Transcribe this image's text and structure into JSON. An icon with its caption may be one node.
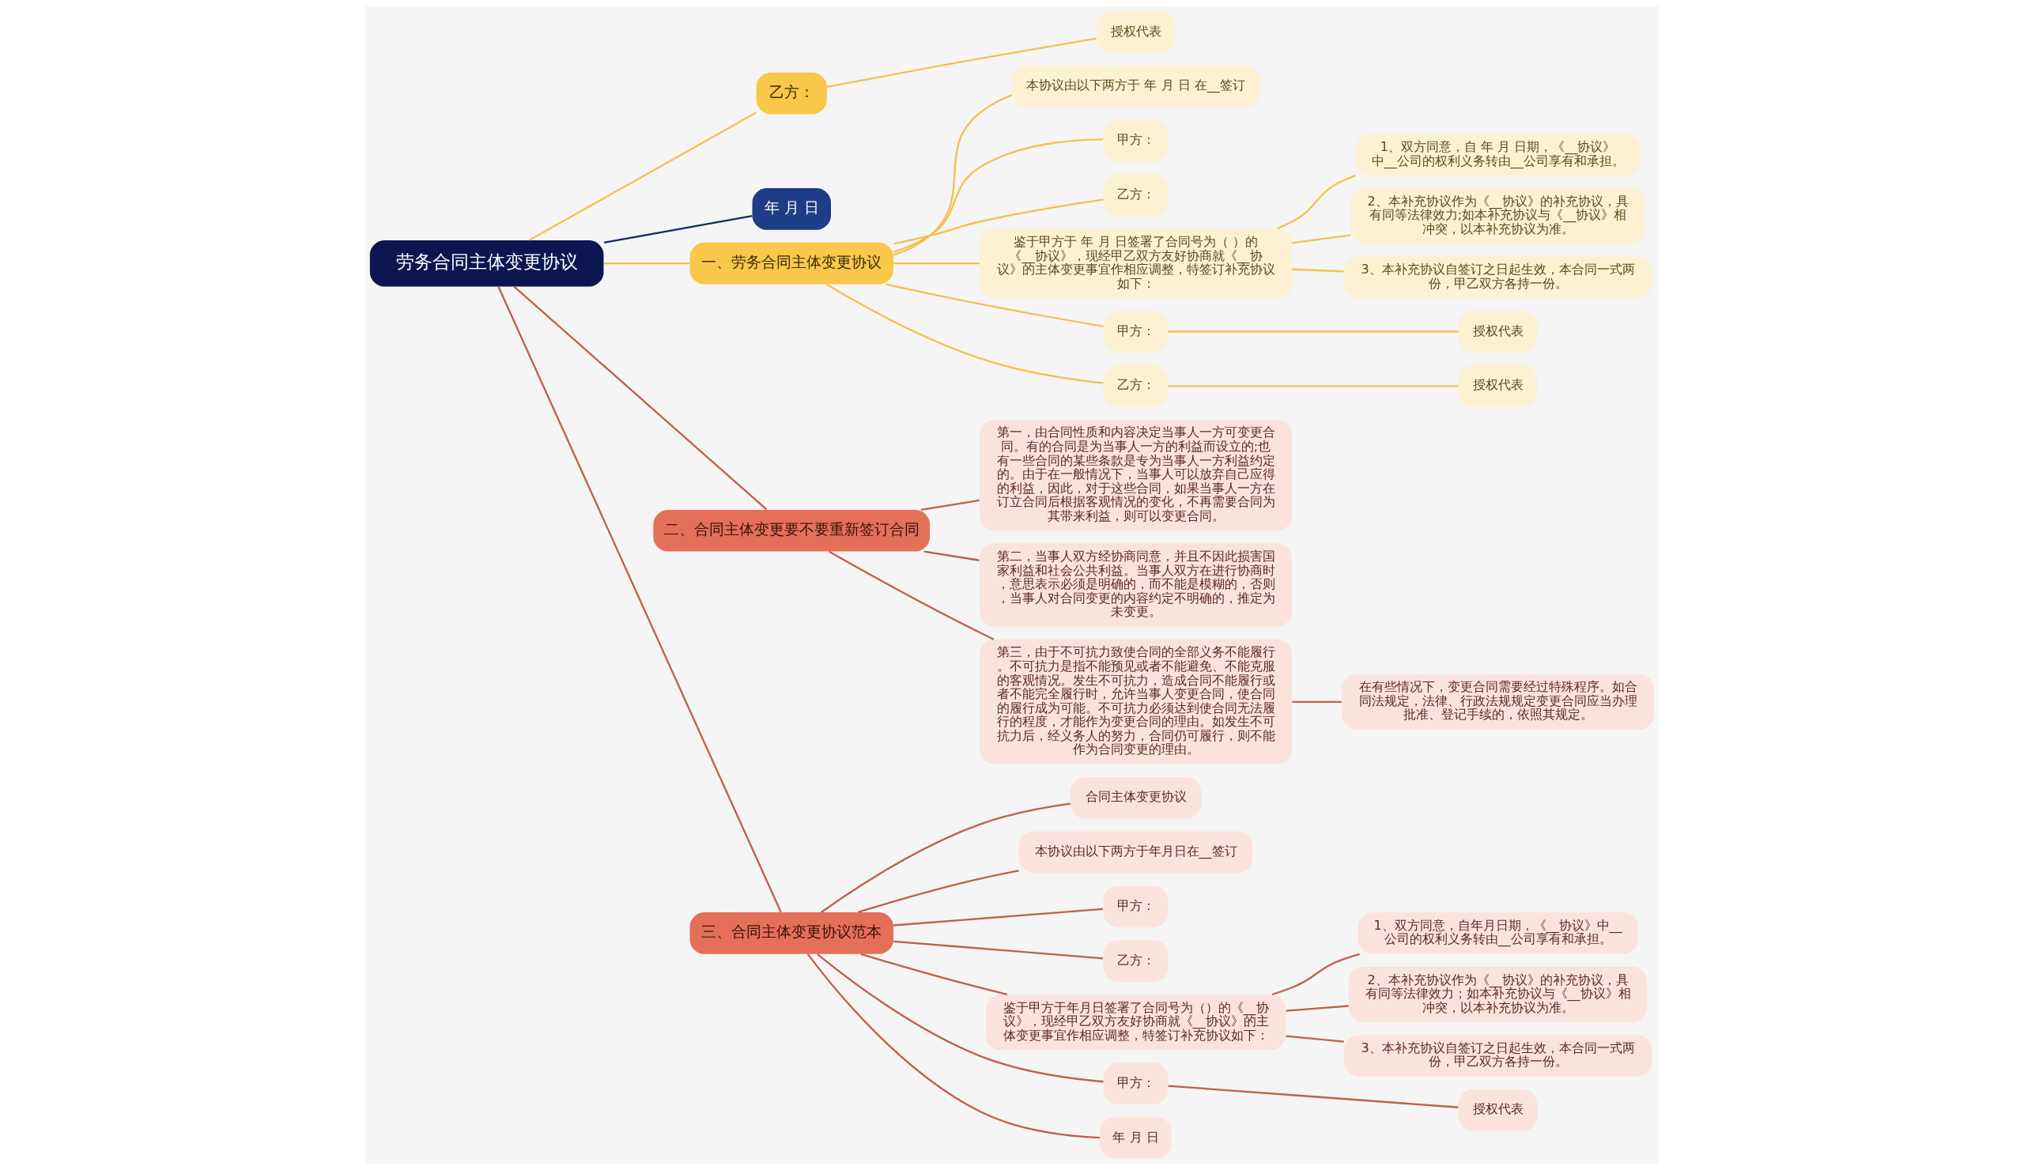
{
  "diagram": {
    "nodes": [
      {
        "text": [
          "劳务合同主体变更协议"
        ]
      },
      {
        "text": [
          "乙方："
        ]
      },
      {
        "text": [
          "授权代表"
        ]
      },
      {
        "text": [
          "年 月 日"
        ]
      },
      {
        "text": [
          "一、劳务合同主体变更协议"
        ]
      },
      {
        "text": [
          "本协议由以下两方于 年 月 日 在__签订"
        ]
      },
      {
        "text": [
          "甲方："
        ]
      },
      {
        "text": [
          "乙方："
        ]
      },
      {
        "text": [
          "鉴于甲方于 年 月 日签署了合同号为（ ）的《__协议》，现经甲乙双方友好协商就《__协议》的主体变更事宜作相应调整，特签订补充协议如下："
        ]
      },
      {
        "text": [
          "1、双方同意，自 年 月 日期，《__协议》中__公司的权利义务转由__公司享有和承担。"
        ]
      },
      {
        "text": [
          "2、本补充协议作为《__协议》的补充协议，具有同等法律效力;如本补充协议与《__协议》相冲突，以本补充协议为准。"
        ]
      },
      {
        "text": [
          "3、本补充协议自签订之日起生效，本合同一式两份，甲乙双方各持一份。"
        ]
      },
      {
        "text": [
          "甲方："
        ]
      },
      {
        "text": [
          "授权代表"
        ]
      },
      {
        "text": [
          "乙方："
        ]
      },
      {
        "text": [
          "授权代表"
        ]
      },
      {
        "text": [
          "二、合同主体变更要不要重新签订合同"
        ]
      },
      {
        "text": [
          "第一，由合同性质和内容决定当事人一方可变更合同。有的合同是为当事人一方的利益而设立的;也有一些合同的某些条款是专为当事人一方利益约定的。由于在一般情况下，当事人可以放弃自己应得的利益，因此，对于这些合同，如果当事人一方在订立合同后根据客观情况的变化，不再需要合同为其带来利益，则可以变更合同。"
        ]
      },
      {
        "text": [
          "第二，当事人双方经协商同意，并且不因此损害国家利益和社会公共利益。当事人双方在进行协商时，意思表示必须是明确的，而不能是模糊的，否则，当事人对合同变更的内容约定不明确的，推定为未变更。"
        ]
      },
      {
        "text": [
          "第三，由于不可抗力致使合同的全部义务不能履行。不可抗力是指不能预见或者不能避免、不能克服的客观情况。发生不可抗力，造成合同不能履行或者不能完全履行时，允许当事人变更合同，使合同的履行成为可能。不可抗力必须达到使合同无法履行的程度，才能作为变更合同的理由。如发生不可抗力后，经义务人的努力，合同仍可履行，则不能作为合同变更的理由。"
        ]
      },
      {
        "text": [
          "在有些情况下，变更合同需要经过特殊程序。如合同法规定，法律、行政法规规定变更合同应当办理批准、登记手续的，依照其规定。"
        ]
      },
      {
        "text": [
          "三、合同主体变更协议范本"
        ]
      },
      {
        "text": [
          "合同主体变更协议"
        ]
      },
      {
        "text": [
          "本协议由以下两方于年月日在__签订"
        ]
      },
      {
        "text": [
          "甲方："
        ]
      },
      {
        "text": [
          "乙方："
        ]
      },
      {
        "text": [
          "鉴于甲方于年月日签署了合同号为（）的《__协议》，现经甲乙双方友好协商就《__协议》的主体变更事宜作相应调整，特签订补充协议如下："
        ]
      },
      {
        "text": [
          "1、双方同意，自年月日期，《__协议》中__公司的权利义务转由__公司享有和承担。"
        ]
      },
      {
        "text": [
          "2、本补充协议作为《__协议》的补充协议，具有同等法律效力；如本补充协议与《__协议》相冲突，以本补充协议为准。"
        ]
      },
      {
        "text": [
          "3、本补充协议自签订之日起生效，本合同一式两份，甲乙双方各持一份。"
        ]
      },
      {
        "text": [
          "甲方："
        ]
      },
      {
        "text": [
          "授权代表"
        ]
      },
      {
        "text": [
          "年 月 日"
        ]
      }
    ],
    "edges": [
      {
        "from": 0,
        "to": 4,
        "arrow": "none",
        "color": "#f2c14e"
      },
      {
        "from": 4,
        "to": 5,
        "arrow": "none",
        "color": "#f2c14e"
      },
      {
        "from": 4,
        "to": 6,
        "arrow": "none",
        "color": "#f2c14e"
      },
      {
        "from": 4,
        "to": 7,
        "arrow": "none",
        "color": "#f2c14e"
      },
      {
        "from": 4,
        "to": 8,
        "arrow": "none",
        "color": "#f2c14e"
      },
      {
        "from": 8,
        "to": 9,
        "arrow": "none",
        "color": "#f2c14e"
      },
      {
        "from": 8,
        "to": 10,
        "arrow": "none",
        "color": "#f2c14e"
      },
      {
        "from": 8,
        "to": 11,
        "arrow": "none",
        "color": "#f2c14e"
      },
      {
        "from": 4,
        "to": 12,
        "arrow": "none",
        "color": "#f2c14e"
      },
      {
        "from": 12,
        "to": 13,
        "arrow": "none",
        "color": "#f2c14e"
      },
      {
        "from": 4,
        "to": 14,
        "arrow": "none",
        "color": "#f2c14e"
      },
      {
        "from": 14,
        "to": 15,
        "arrow": "none",
        "color": "#f2c14e"
      },
      {
        "from": 0,
        "to": 16,
        "arrow": "none"
      },
      {
        "from": 16,
        "to": 17,
        "arrow": "none"
      },
      {
        "from": 16,
        "to": 18,
        "arrow": "none"
      },
      {
        "from": 16,
        "to": 19,
        "arrow": "none"
      },
      {
        "from": 19,
        "to": 20,
        "arrow": "none"
      },
      {
        "from": 0,
        "to": 1,
        "arrow": "none",
        "color": "#f2c14e"
      },
      {
        "from": 1,
        "to": 2,
        "arrow": "none",
        "color": "#f2c14e"
      },
      {
        "from": 0,
        "to": 21,
        "arrow": "none"
      },
      {
        "from": 21,
        "to": 22,
        "arrow": "none"
      },
      {
        "from": 21,
        "to": 23,
        "arrow": "none"
      },
      {
        "from": 21,
        "to": 24,
        "arrow": "none"
      },
      {
        "from": 21,
        "to": 25,
        "arrow": "none"
      },
      {
        "from": 21,
        "to": 26,
        "arrow": "none"
      },
      {
        "from": 26,
        "to": 27,
        "arrow": "none"
      },
      {
        "from": 26,
        "to": 28,
        "arrow": "none"
      },
      {
        "from": 26,
        "to": 29,
        "arrow": "none"
      },
      {
        "from": 21,
        "to": 30,
        "arrow": "none"
      },
      {
        "from": 30,
        "to": 31,
        "arrow": "none"
      },
      {
        "from": 21,
        "to": 32,
        "arrow": "none"
      },
      {
        "from": 0,
        "to": 3,
        "arrow": "none",
        "color": "#142a66"
      }
    ]
  }
}
